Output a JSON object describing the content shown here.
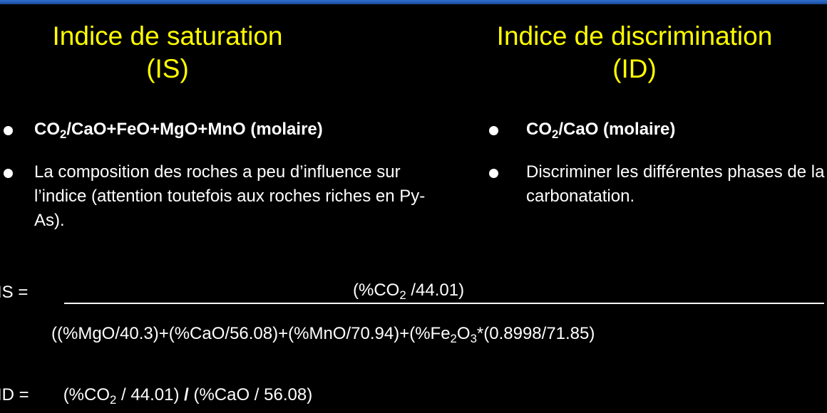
{
  "left": {
    "title_line1": "Indice de saturation",
    "title_line2": "(IS)",
    "bullet1": {
      "pre": "CO",
      "sub": "2",
      "post": "/CaO+FeO+MgO+MnO (molaire)"
    },
    "bullet2": "La composition des roches a peu d’influence sur l’indice (attention toutefois aux roches riches en Py-As)."
  },
  "right": {
    "title_line1": "Indice de discrimination",
    "title_line2": "(ID)",
    "bullet1": {
      "pre": "CO",
      "sub": "2",
      "post": "/CaO (molaire)"
    },
    "bullet2": "Discriminer les différentes phases de la carbonatation."
  },
  "is_formula": {
    "label": "IS =",
    "numerator": {
      "pre": "(%CO",
      "sub": "2",
      "post": " /44.01)"
    },
    "denominator": {
      "p1": "((%MgO/40.3)+(%CaO/56.08)+(%MnO/70.94)+(%Fe",
      "s1": "2",
      "p2": "O",
      "s2": "3",
      "p3": "*(0.8998/71.85)"
    }
  },
  "id_formula": {
    "label": "ID =",
    "p1": "(%CO",
    "s1": "2",
    "p2": " / 44.01) ",
    "op": "/",
    "p3": " (%CaO / 56.08)"
  }
}
